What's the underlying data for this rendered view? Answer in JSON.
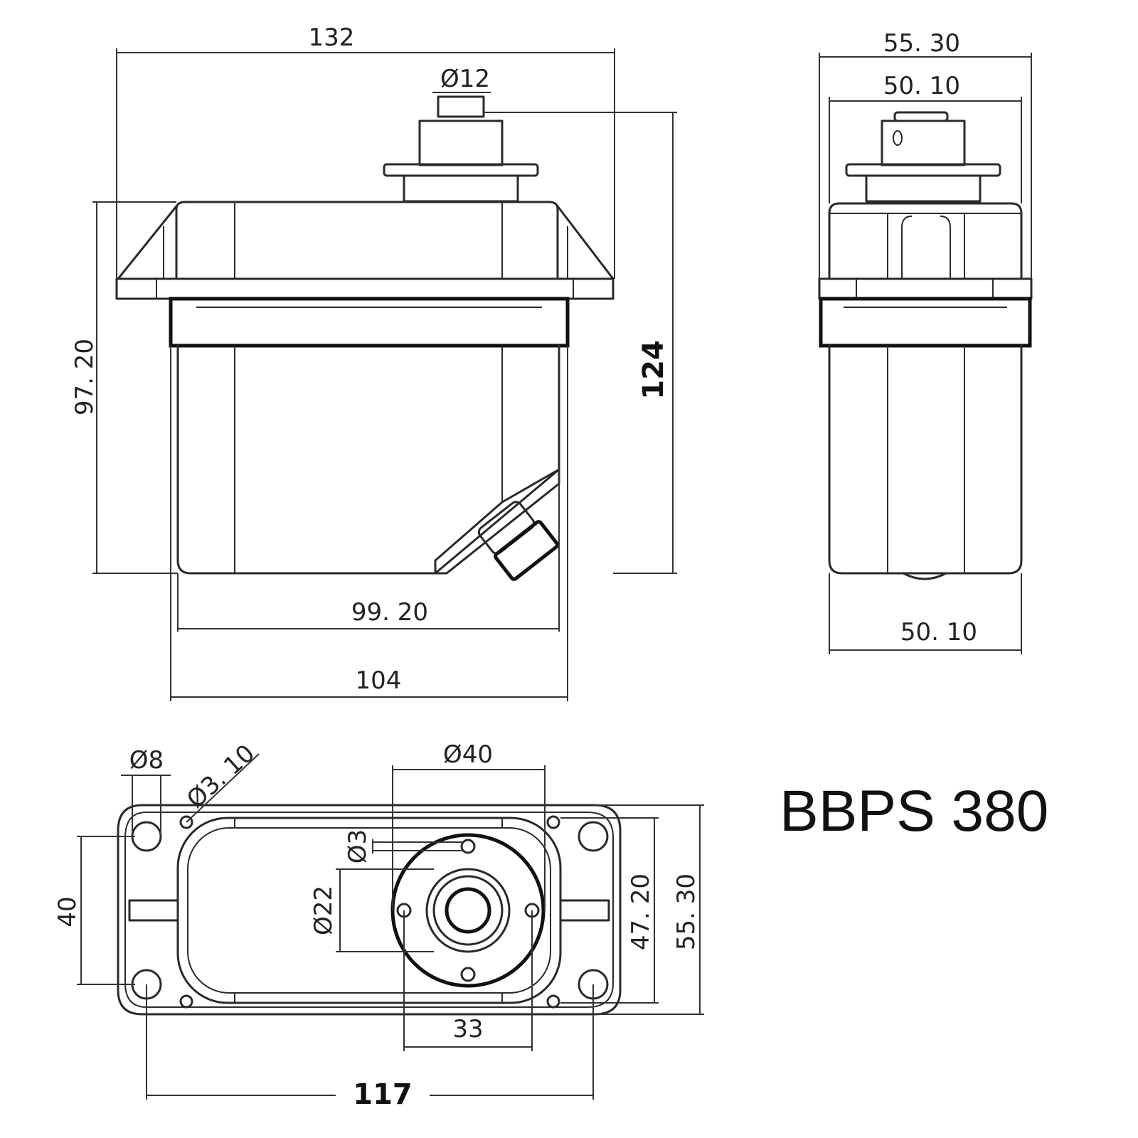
{
  "title": "BBPS 380",
  "front_view": {
    "overall_width": "132",
    "shaft_diameter": "Ø12",
    "overall_height": "124",
    "body_height": "97. 20",
    "body_width_inner": "99. 20",
    "body_width_outer": "104"
  },
  "side_view": {
    "flange_width": "55. 30",
    "body_width_top": "50. 10",
    "body_width_bottom": "50. 10"
  },
  "bottom_view": {
    "mount_hole_diameter": "Ø8",
    "screw_hole_diameter": "Ø3. 10",
    "horn_diameter": "Ø40",
    "horn_hole_diameter": "Ø3",
    "boss_diameter": "Ø22",
    "mount_hole_vertical_spacing": "40",
    "inner_height": "47. 20",
    "outer_height": "55. 30",
    "horn_hole_spacing": "33",
    "mount_hole_horizontal_spacing": "117"
  }
}
